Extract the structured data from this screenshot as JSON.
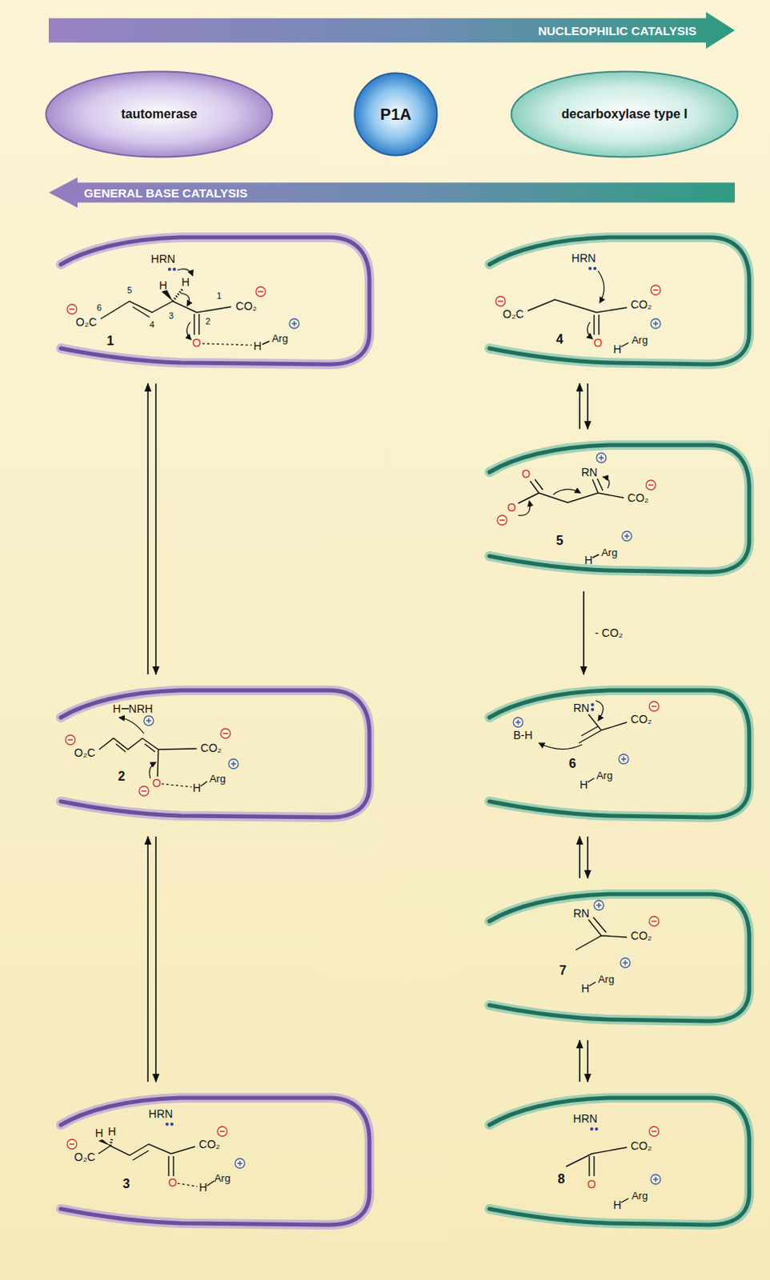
{
  "diagram": {
    "nodes": [
      {
        "text": [
          "NUCLEOPHILIC CATALYSIS"
        ]
      },
      {
        "text": [
          "GENERAL BASE CATALYSIS"
        ]
      },
      {
        "text": [
          "tautomerase"
        ]
      },
      {
        "text": [
          "P1A"
        ]
      },
      {
        "text": [
          "decarboxylase type I"
        ]
      },
      {
        "text": [
          "HRN",
          "H",
          "H",
          "6",
          "5",
          "4",
          "3",
          "2",
          "1",
          "CO₂",
          "O₂C",
          "O",
          "H",
          "Arg",
          "1"
        ]
      },
      {
        "text": [
          "HRN",
          "O₂C",
          "CO₂",
          "4",
          "O",
          "H",
          "Arg"
        ]
      },
      {
        "text": [
          "RN",
          "O",
          "O",
          "CO₂",
          "5",
          "H",
          "Arg"
        ]
      },
      {
        "text": [
          "H",
          "NRH",
          "O₂C",
          "CO₂",
          "2",
          "O",
          "H",
          "Arg"
        ]
      },
      {
        "text": [
          "RN",
          "B-H",
          "CO₂",
          "6",
          "H",
          "Arg"
        ]
      },
      {
        "text": [
          "RN",
          "CO₂",
          "7",
          "H",
          "Arg"
        ]
      },
      {
        "text": [
          "HRN",
          "H",
          "H",
          "O₂C",
          "CO₂",
          "3",
          "O",
          "H",
          "Arg"
        ]
      },
      {
        "text": [
          "HRN",
          "CO₂",
          "8",
          "O",
          "H",
          "Arg"
        ]
      }
    ],
    "edges": [
      {
        "from": 5,
        "to": 8,
        "arrow": "both"
      },
      {
        "from": 8,
        "to": 11,
        "arrow": "both"
      },
      {
        "from": 6,
        "to": 7,
        "arrow": "both"
      },
      {
        "from": 7,
        "to": 9,
        "arrow": "to",
        "label": "- CO₂"
      },
      {
        "from": 9,
        "to": 10,
        "arrow": "both"
      },
      {
        "from": 10,
        "to": 12,
        "arrow": "both"
      }
    ]
  }
}
